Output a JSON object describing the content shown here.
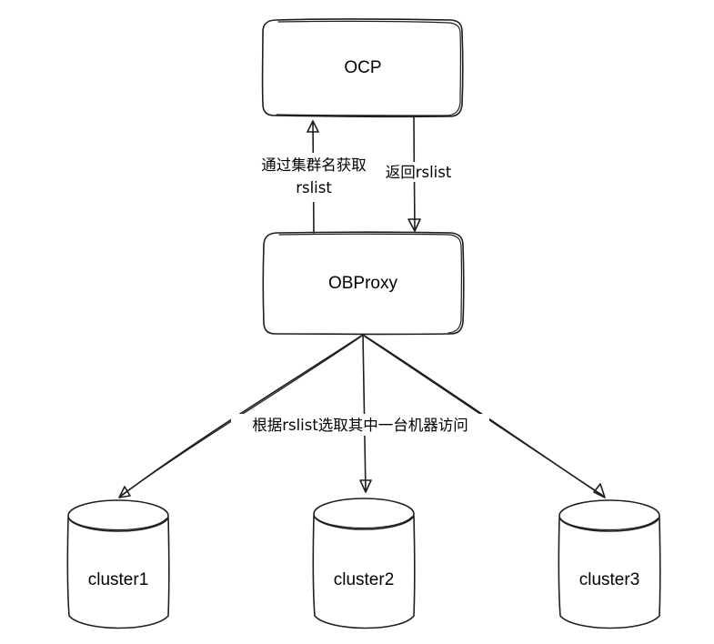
{
  "nodes": {
    "ocp": {
      "label": "OCP"
    },
    "obproxy": {
      "label": "OBProxy"
    },
    "clusters": [
      {
        "label": "cluster1"
      },
      {
        "label": "cluster2"
      },
      {
        "label": "cluster3"
      }
    ]
  },
  "edges": {
    "request": {
      "line1": "通过集群名获取",
      "line2": "rslist"
    },
    "response": {
      "label": "返回rslist"
    },
    "route": {
      "label": "根据rslist选取其中一台机器访问"
    }
  },
  "colors": {
    "stroke": "#1e1e1e",
    "text": "#000000",
    "background": "#ffffff"
  }
}
